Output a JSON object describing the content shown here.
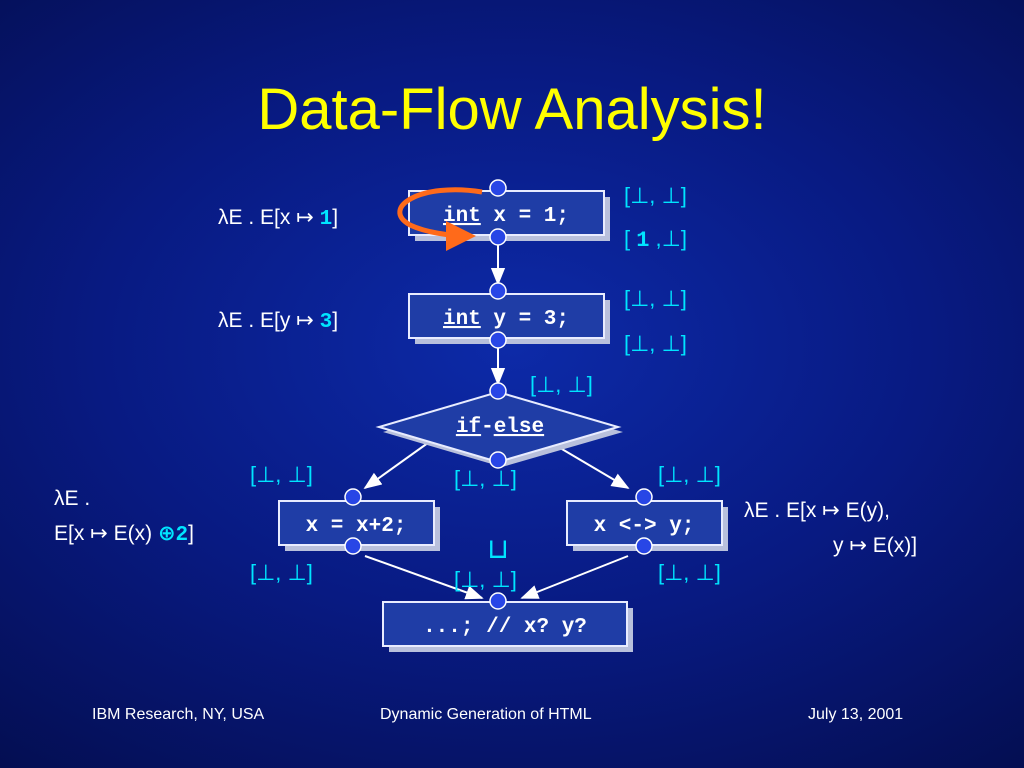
{
  "slide": {
    "title": "Data-Flow Analysis!",
    "footer": {
      "left": "IBM Research, NY, USA",
      "center": "Dynamic Generation of HTML",
      "right": "July 13, 2001"
    }
  },
  "colors": {
    "title": "#ffff00",
    "lattice": "#00e5ff",
    "node_fill": "#1f3da6",
    "port_fill": "#2846e6",
    "arrow_orange": "#ff6a1a"
  },
  "nodes": {
    "n1": {
      "kw": "int",
      "rest": " x = 1;"
    },
    "n2": {
      "kw": "int",
      "rest": " y = 3;"
    },
    "n3": {
      "kw1": "if",
      "sep": "-",
      "kw2": "else"
    },
    "n4": {
      "text": "x = x+2;"
    },
    "n5": {
      "text": "x <-> y;"
    },
    "n6": {
      "text": "...; // x? y?"
    }
  },
  "transfer": {
    "t1": {
      "pre": "E . E[x ↦ ",
      "val": "1",
      "post": "]"
    },
    "t2": {
      "pre": "E . E[y ↦ ",
      "val": "3",
      "post": "]"
    },
    "t4a": "E .",
    "t4b_pre": "E[x ↦ E(x) ",
    "t4b_op": "⊕",
    "t4b_val": "2",
    "t4b_post": "]",
    "t5a": "E . E[x ↦ E(y),",
    "t5b": "y ↦ E(x)]",
    "lambda": "λ"
  },
  "lattice": {
    "n1_in": {
      "a": "⊥",
      "b": "⊥"
    },
    "n1_out": {
      "a": "1",
      "b": "⊥"
    },
    "n2_in": {
      "a": "⊥",
      "b": "⊥"
    },
    "n2_out": {
      "a": "⊥",
      "b": "⊥"
    },
    "n3_in": {
      "a": "⊥",
      "b": "⊥"
    },
    "n3_out": {
      "a": "⊥",
      "b": "⊥"
    },
    "n4_in": {
      "a": "⊥",
      "b": "⊥"
    },
    "n4_out": {
      "a": "⊥",
      "b": "⊥"
    },
    "n5_in": {
      "a": "⊥",
      "b": "⊥"
    },
    "n5_out": {
      "a": "⊥",
      "b": "⊥"
    },
    "n6_in": {
      "a": "⊥",
      "b": "⊥"
    },
    "join": "⊔"
  }
}
